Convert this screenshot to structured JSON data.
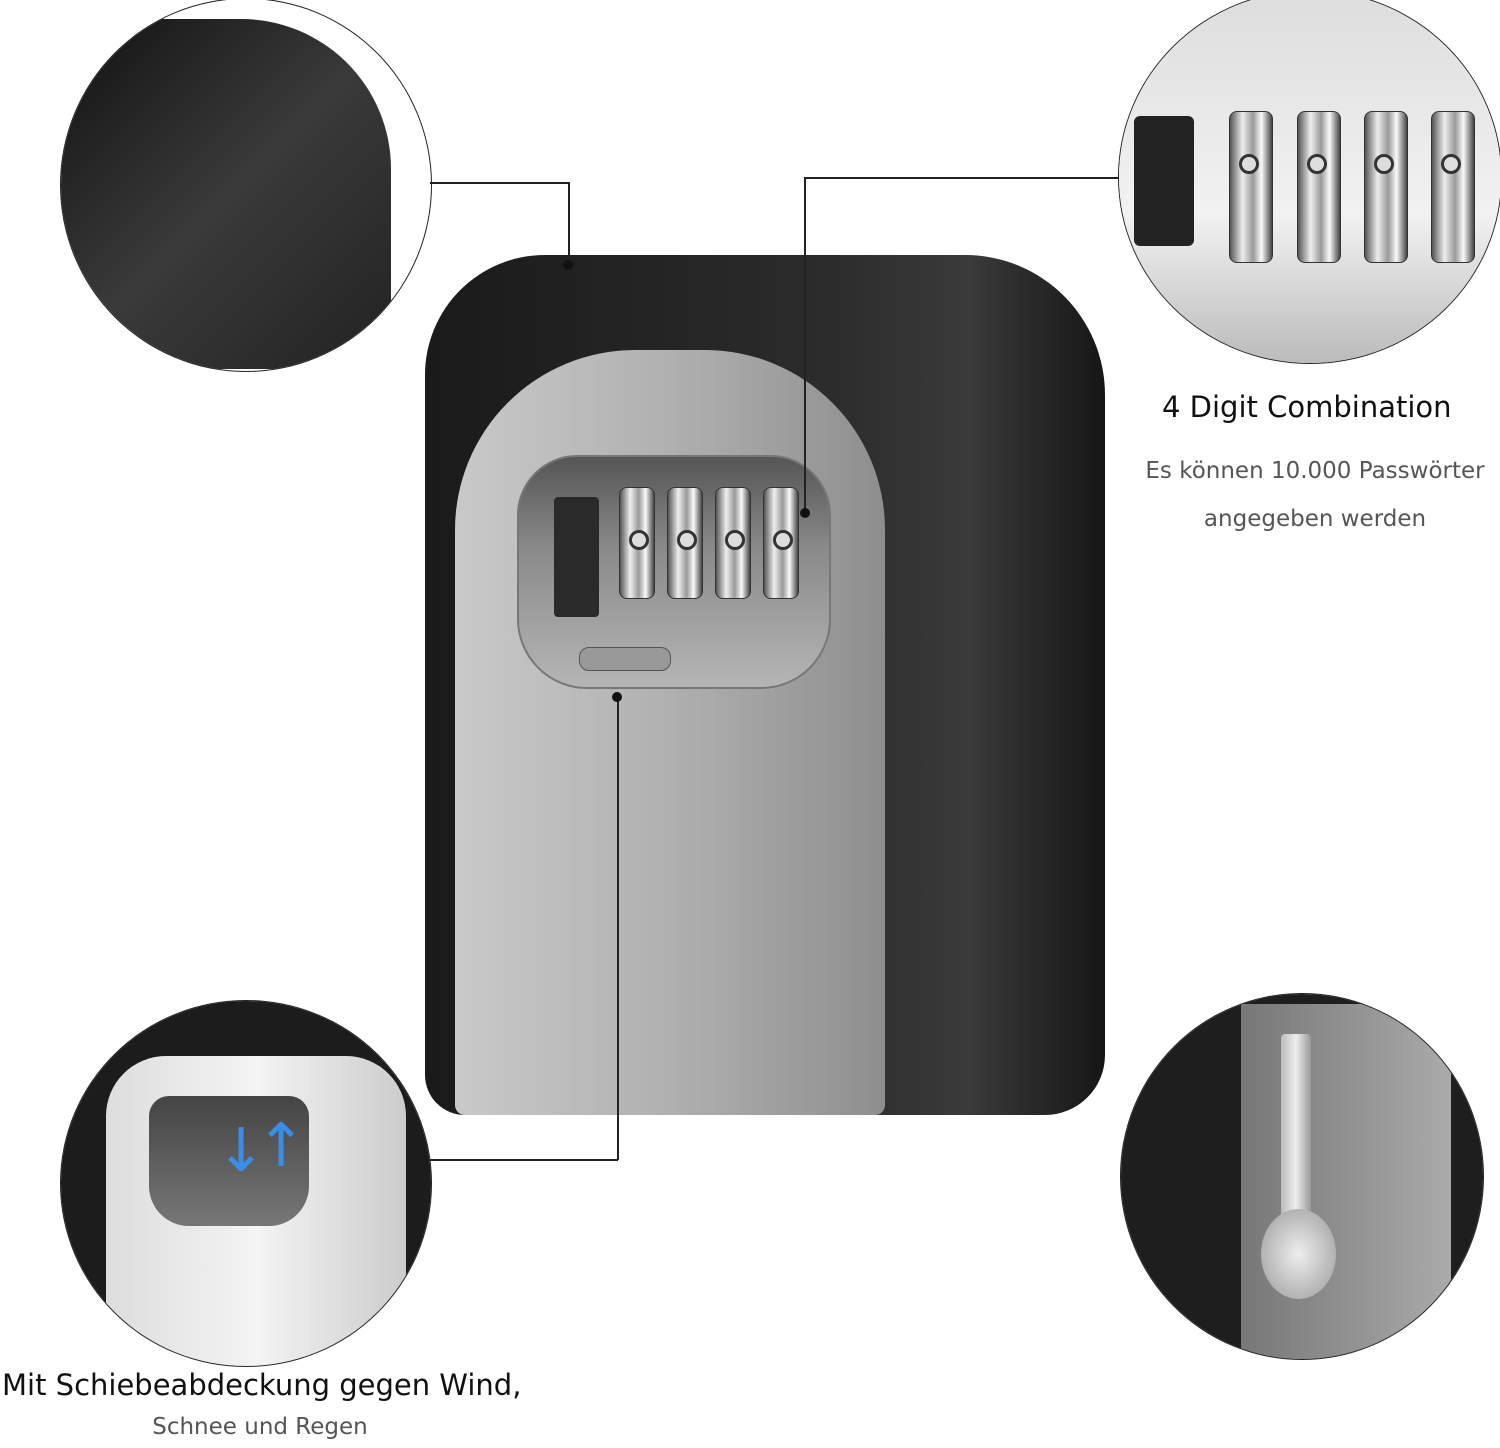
{
  "callouts": {
    "combination": {
      "title": "4 Digit Combination",
      "line1": "Es können 10.000 Passwörter",
      "line2": "angegeben werden"
    },
    "cover": {
      "title": "Mit Schiebeabdeckung gegen Wind,",
      "subtitle": "Schnee und Regen"
    }
  },
  "colors": {
    "body_black": "#1c1c1c",
    "panel_silver": "#a9a9a9",
    "arrow_blue": "#3a8ee8"
  }
}
